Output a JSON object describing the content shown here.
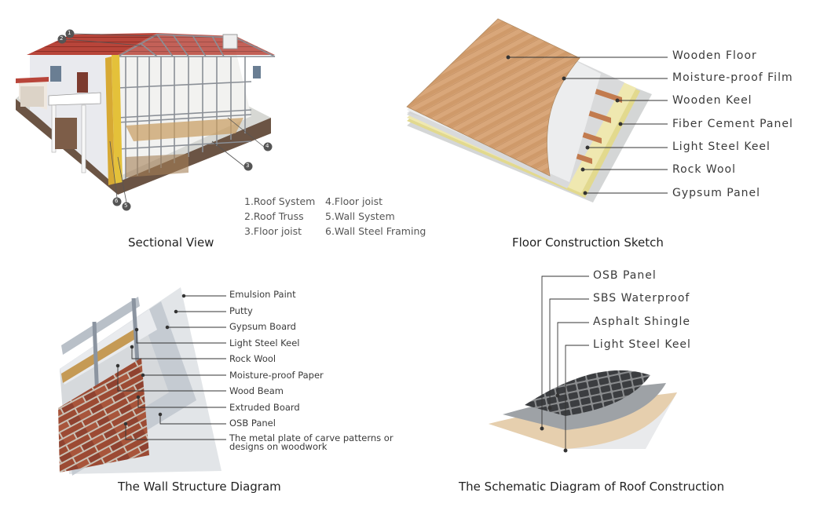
{
  "sectional": {
    "caption": "Sectional View",
    "legend": [
      "1.Roof System",
      "2.Roof Truss",
      "3.Floor joist",
      "4.Floor joist",
      "5.Wall System",
      "6.Wall Steel Framing"
    ],
    "markers": [
      "1",
      "2",
      "3",
      "4",
      "5",
      "6"
    ]
  },
  "floor": {
    "caption": "Floor Construction Sketch",
    "labels": [
      "Wooden Floor",
      "Moisture-proof Film",
      "Wooden Keel",
      "Fiber Cement Panel",
      "Light Steel Keel",
      "Rock Wool",
      "Gypsum Panel"
    ]
  },
  "wall": {
    "caption": "The Wall Structure Diagram",
    "labels": [
      "Emulsion Paint",
      "Putty",
      "Gypsum Board",
      "Light Steel Keel",
      "Rock Wool",
      "Moisture-proof Paper",
      "Wood Beam",
      "Extruded Board",
      "OSB Panel",
      "The metal plate of carve patterns or designs on woodwork"
    ]
  },
  "roof": {
    "caption": "The Schematic Diagram of Roof Construction",
    "labels": [
      "OSB Panel",
      "SBS Waterproof",
      "Asphalt Shingle",
      "Light Steel Keel"
    ]
  }
}
